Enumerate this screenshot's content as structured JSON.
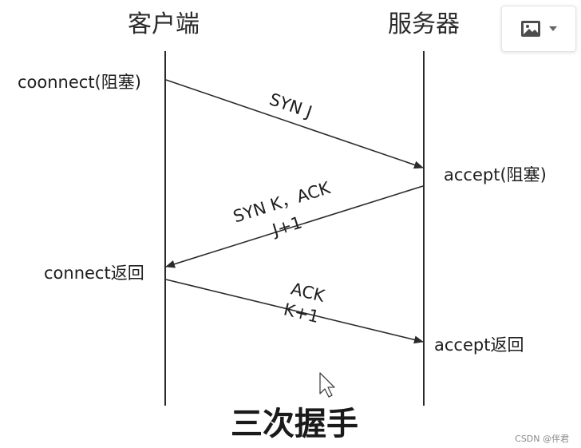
{
  "diagram": {
    "client_header": "客户端",
    "server_header": "服务器",
    "caption": "三次握手",
    "labels": {
      "client_connect": "coonnect(阻塞)",
      "server_accept": "accept(阻塞)",
      "client_return": "connect返回",
      "server_return": "accept返回"
    },
    "messages": {
      "syn": "SYN J",
      "synack_line1": "SYN K，ACK",
      "synack_line2": "J+1",
      "ack_line1": "ACK",
      "ack_line2": "K+1"
    }
  },
  "toolbar": {
    "image_button_icon": "image-icon",
    "dropdown_icon": "caret-down-icon"
  },
  "watermark": "CSDN @伴君",
  "colors": {
    "line": "#2b2b2b",
    "background": "#ffffff"
  }
}
